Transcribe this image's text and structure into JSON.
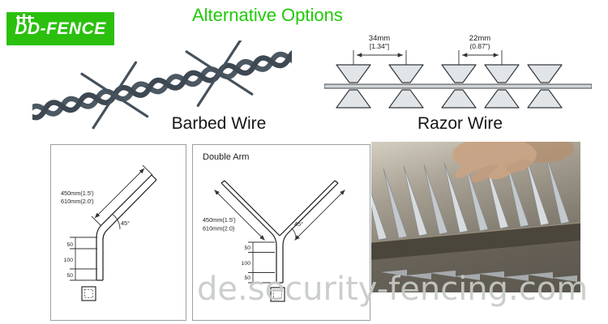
{
  "colors": {
    "brand_green": "#2bc00e",
    "title_green": "#1ecb04"
  },
  "logo": {
    "text": "DD-FENCE"
  },
  "header": {
    "title": "Alternative Options"
  },
  "barbed_wire": {
    "caption": "Barbed Wire"
  },
  "razor_wire": {
    "caption": "Razor Wire",
    "dim1": {
      "mm": "34mm",
      "inch": "[1.34\"]"
    },
    "dim2": {
      "mm": "22mm",
      "inch": "(0.87\")"
    }
  },
  "single_arm_diagram": {
    "length_label_1": "450mm(1.5')",
    "length_label_2": "610mm(2.0')",
    "angle_label": "45°",
    "vertical_dims": [
      "50",
      "100",
      "50"
    ]
  },
  "double_arm_diagram": {
    "title": "Double Arm",
    "length_label_1": "450mm(1.5')",
    "length_label_2": "610mm(2.0)",
    "angle_label": "45°",
    "vertical_dims": [
      "50",
      "100",
      "50"
    ]
  },
  "watermark": {
    "text": "de.security-fencing.com"
  }
}
